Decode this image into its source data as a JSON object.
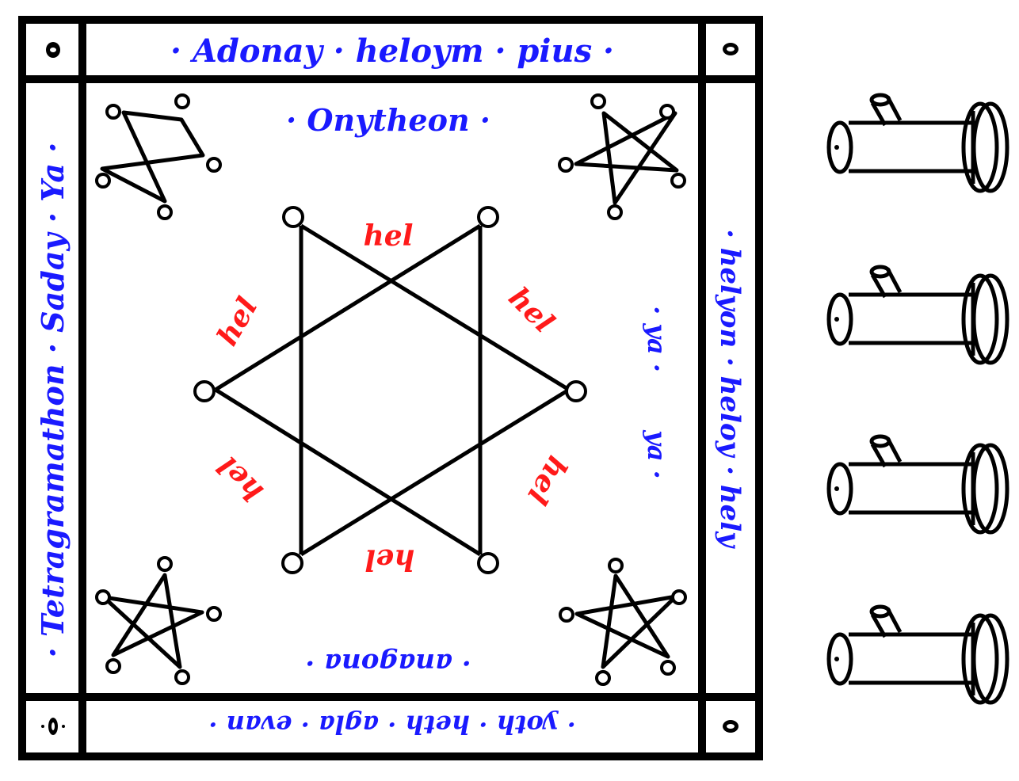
{
  "border": {
    "top": "· Adonay · heloym · pius ·",
    "bottom": "· yoth · heth · agla · evan ·",
    "left": "· Tetragramathon · Saday · Ya ·",
    "right": "· helyon · heloy · hely"
  },
  "inner": {
    "top": "· Onytheon ·",
    "bottom": "· anagona ·",
    "right_upper": "· ya ·",
    "right_lower": "ya ·"
  },
  "hexagram_words": [
    "hel",
    "hel",
    "hel",
    "hel",
    "hel",
    "hel"
  ],
  "colors": {
    "names": "#1a1aff",
    "hexagram_words": "#ff1a1a",
    "lines": "#000000"
  },
  "side_objects": {
    "count": 4,
    "icon": "cylindrical-peg-with-disc-cap"
  }
}
